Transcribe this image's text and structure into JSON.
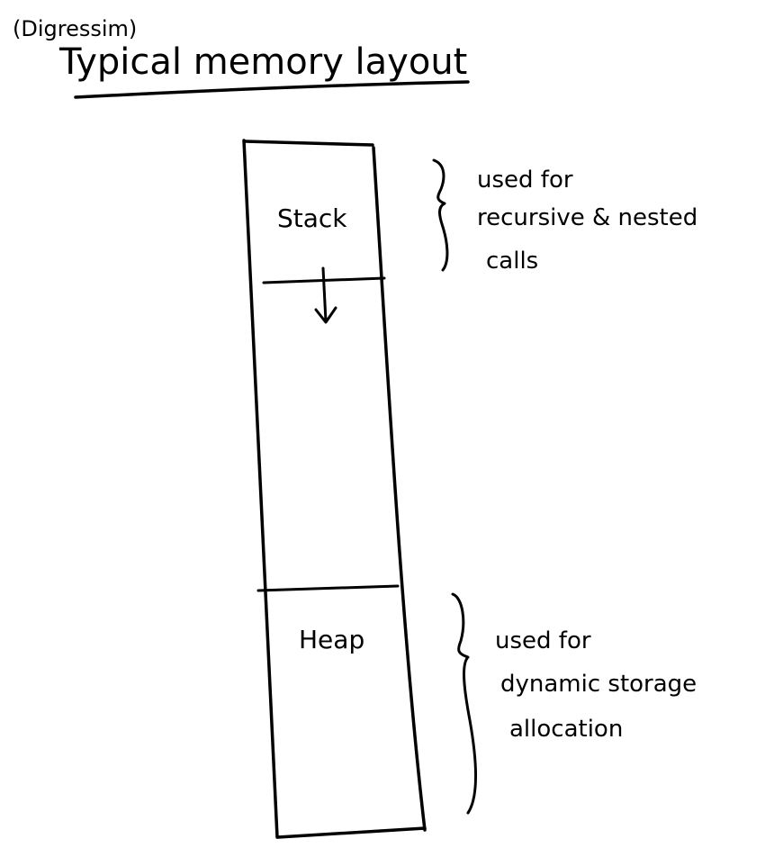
{
  "header": {
    "aside": "(Digressim)",
    "title": "Typical memory layout"
  },
  "memory": {
    "stack_label": "Stack",
    "heap_label": "Heap"
  },
  "annotations": {
    "stack_note": [
      "used for",
      "recursive & nested",
      "calls"
    ],
    "heap_note": [
      "used for",
      "dynamic storage",
      "allocation"
    ]
  },
  "colors": {
    "ink": "#000000",
    "paper": "#ffffff"
  }
}
